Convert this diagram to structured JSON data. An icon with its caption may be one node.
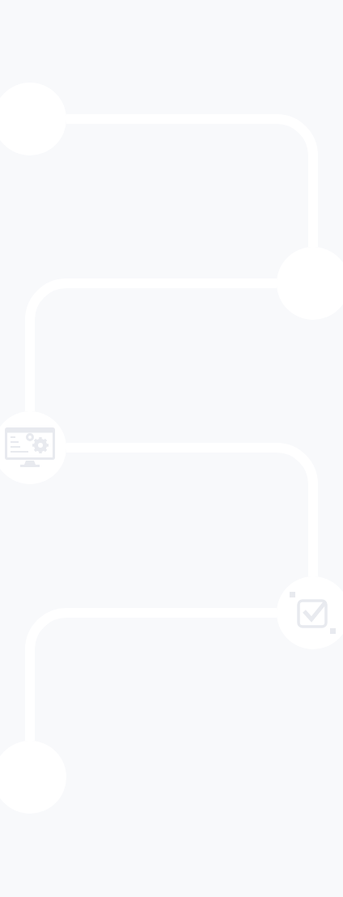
{
  "diagram": {
    "nodes": [
      {
        "text": [],
        "shape": "circle"
      },
      {
        "text": [],
        "shape": "circle"
      },
      {
        "text": [],
        "shape": "circle"
      },
      {
        "text": [],
        "shape": "circle"
      },
      {
        "text": [],
        "shape": "circle"
      }
    ],
    "edges": [
      {
        "from": 0,
        "to": 1,
        "arrow": "none"
      },
      {
        "from": 1,
        "to": 2,
        "arrow": "none"
      },
      {
        "from": 2,
        "to": 3,
        "arrow": "none"
      },
      {
        "from": 3,
        "to": 4,
        "arrow": "none"
      }
    ]
  }
}
